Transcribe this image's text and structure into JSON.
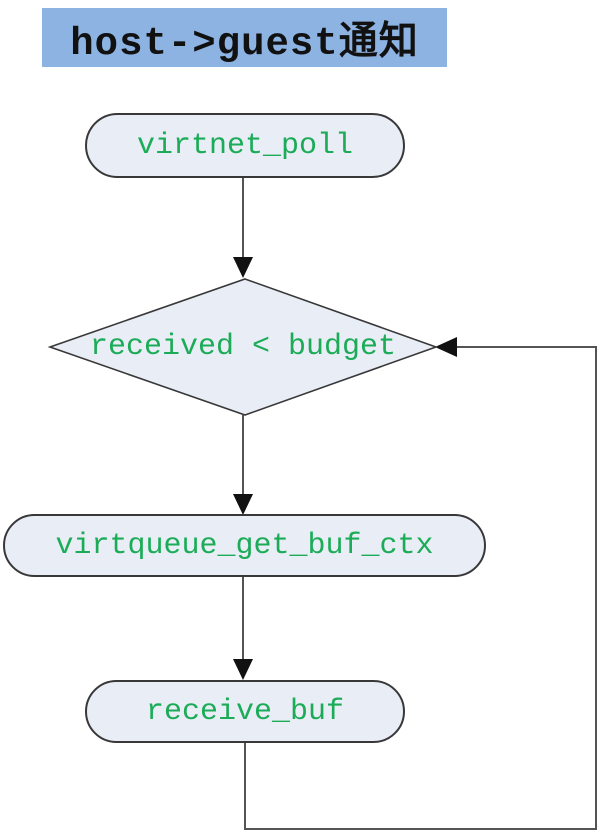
{
  "title": {
    "label": "host->guest通知"
  },
  "flowchart": {
    "nodes": [
      {
        "id": "virtnet_poll",
        "type": "terminator",
        "label": "virtnet_poll"
      },
      {
        "id": "received_lt_budget",
        "type": "decision",
        "label": "received < budget"
      },
      {
        "id": "virtqueue_get_buf_ctx",
        "type": "terminator",
        "label": "virtqueue_get_buf_ctx"
      },
      {
        "id": "receive_buf",
        "type": "terminator",
        "label": "receive_buf"
      }
    ],
    "edges": [
      {
        "from": "virtnet_poll",
        "to": "received_lt_budget",
        "kind": "arrow-down"
      },
      {
        "from": "received_lt_budget",
        "to": "virtqueue_get_buf_ctx",
        "kind": "arrow-down"
      },
      {
        "from": "virtqueue_get_buf_ctx",
        "to": "receive_buf",
        "kind": "arrow-down"
      },
      {
        "from": "receive_buf",
        "to": "received_lt_budget",
        "kind": "loop-back-right"
      }
    ]
  },
  "colors": {
    "accent-bg": "#8db3e2",
    "shape-fill": "#e8edf6",
    "shape-border": "#383838",
    "line-color": "#545454",
    "arrow-color": "#111111",
    "node-text": "#1cac58",
    "title-text": "#111111"
  }
}
